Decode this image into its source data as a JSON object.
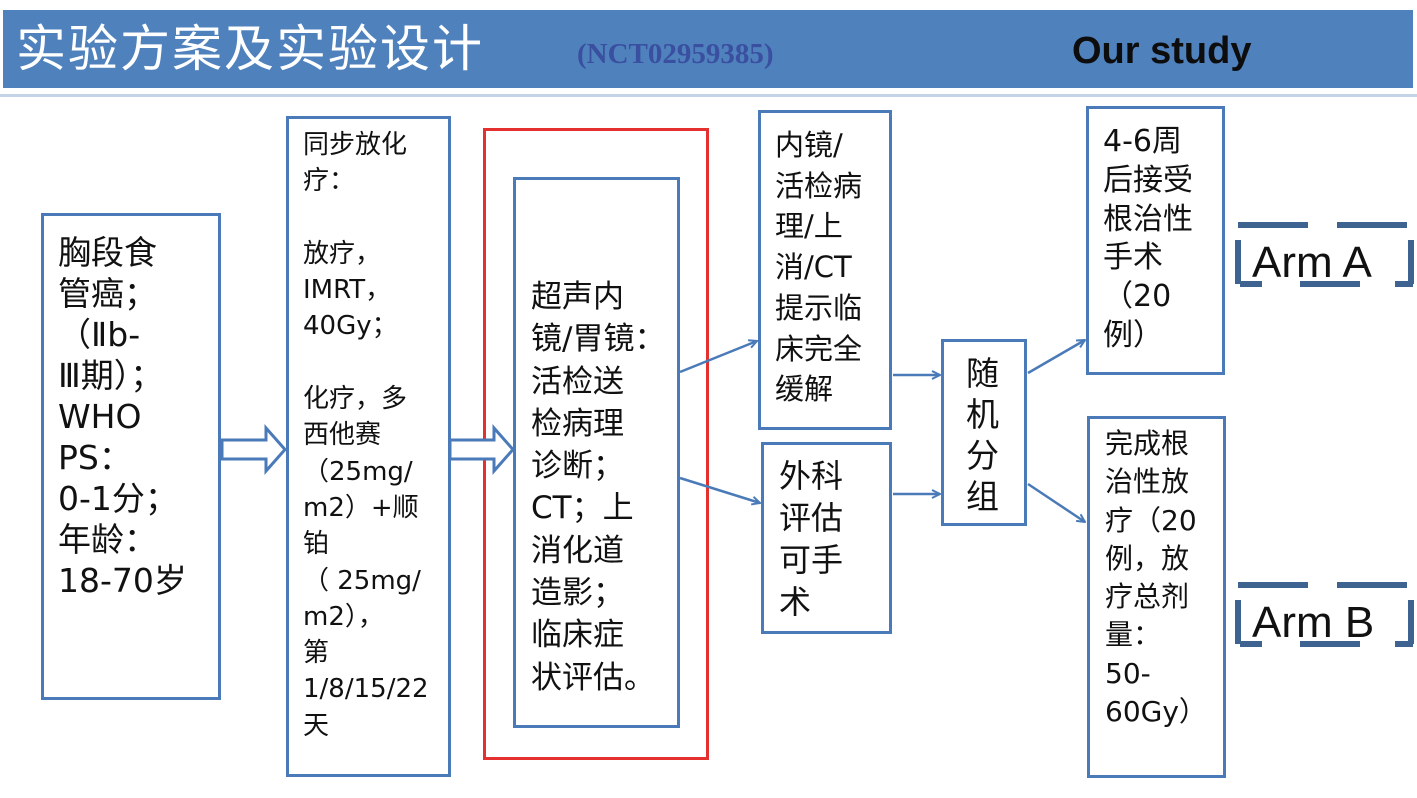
{
  "header": {
    "title": "实验方案及实验设计",
    "trial_id": "(NCT02959385)",
    "study_label": "Our study"
  },
  "flow": {
    "eligibility": "胸段食\n管癌；\n（Ⅱb-\nⅢ期）；\nWHO PS：\n0-1分；\n年龄：\n18-70岁",
    "crt": "同步放化\n疗：\n\n放疗，\nIMRT，\n40Gy；\n\n化疗，多\n西他赛\n（25mg/\nm2）+顺\n铂\n（ 25mg/\nm2），\n第\n1/8/15/22\n天",
    "assessment": "超声内\n镜/胃镜：\n活检送\n检病理\n诊断；\nCT；上\n消化道\n造影；\n临床症\n状评估。",
    "ccr": "内镜/\n活检病\n理/上\n消/CT\n提示临\n床完全\n缓解",
    "surgical": "外科\n评估\n可手\n术",
    "randomization": "随\n机\n分\n组",
    "arm_a_detail": "4-6周\n后接受\n根治性\n手术\n（20\n例）",
    "arm_b_detail": "完成根\n治性放\n疗（20\n例，放\n疗总剂\n量：\n50-\n60Gy）"
  },
  "arms": {
    "a": "Arm A",
    "b": "Arm B"
  },
  "colors": {
    "header_bg": "#4f81bd",
    "box_border": "#4a7ab8",
    "highlight_frame": "#e53030",
    "arrow": "#4a7ab8"
  }
}
